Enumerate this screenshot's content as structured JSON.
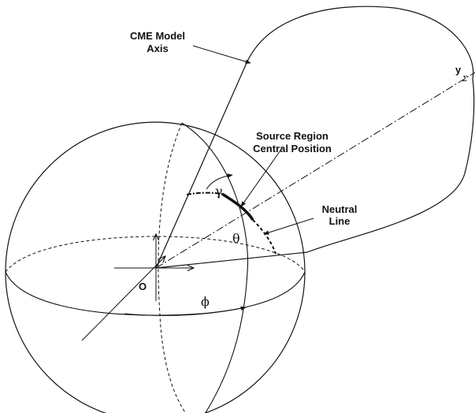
{
  "labels": {
    "cme_model_axis_line1": "CME Model",
    "cme_model_axis_line2": "Axis",
    "source_region_line1": "Source Region",
    "source_region_line2": "Central Position",
    "neutral_line_line1": "Neutral",
    "neutral_line_line2": "Line",
    "axis_y": "y",
    "axis_y_sub": "Σ",
    "origin": "O",
    "gamma": "γ",
    "theta": "θ",
    "phi": "ϕ"
  },
  "colors": {
    "stroke": "#111111",
    "background": "#ffffff"
  }
}
